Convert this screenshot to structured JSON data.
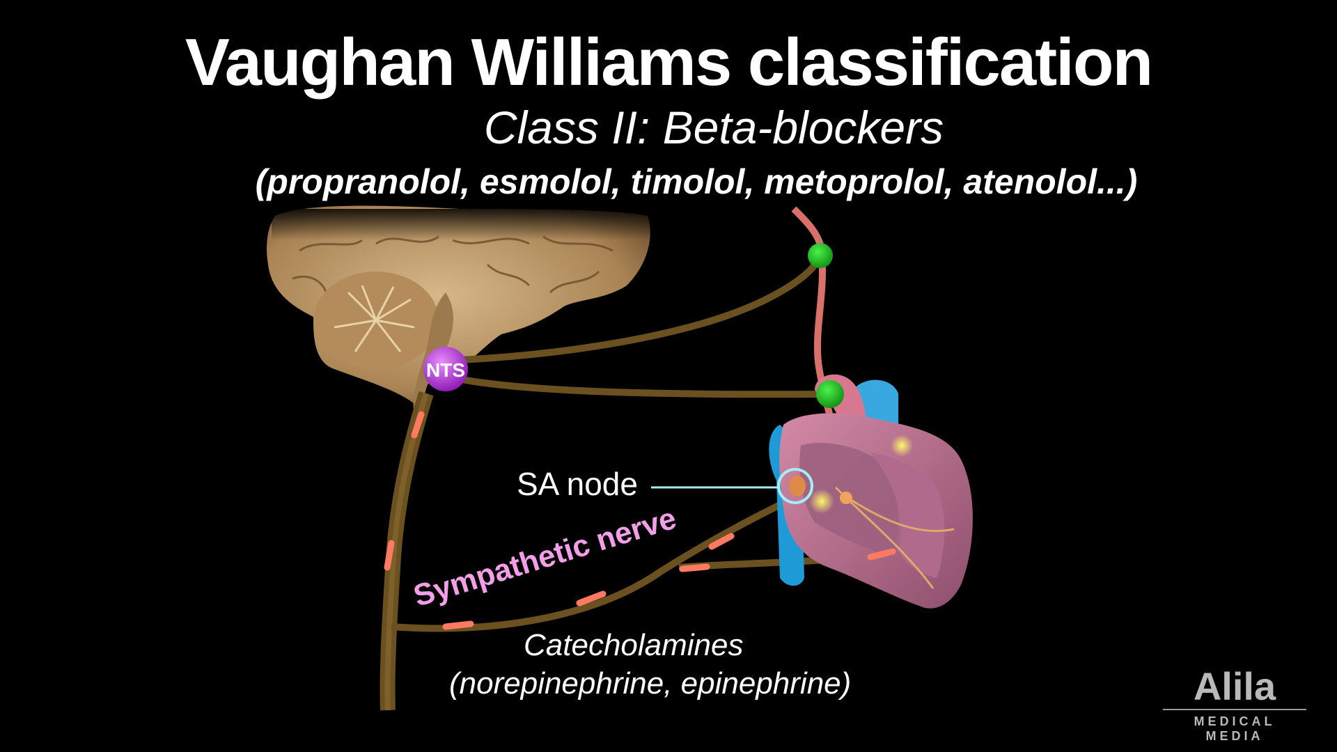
{
  "title": "Vaughan Williams classification",
  "subtitle": "Class II: Beta-blockers",
  "drugs": "(propranolol, esmolol, timolol, metoprolol, atenolol...)",
  "labels": {
    "nts": "NTS",
    "sa_node": "SA node",
    "sympathetic_nerve": "Sympathetic nerve",
    "catecholamines": "Catecholamines",
    "catecholamines_examples": "(norepinephrine, epinephrine)"
  },
  "logo": {
    "name": "Alila",
    "tagline": "MEDICAL MEDIA"
  },
  "colors": {
    "background": "#000000",
    "nerve": "#6b5020",
    "vagus": "#d9706a",
    "ganglion": "#1fc31f",
    "nts": "#b02ad0",
    "catecholamine_dash": "#ff7a60",
    "sympathetic_label": "#f39ee8",
    "brain": "#c2a072",
    "heart": "#c77c9c"
  }
}
